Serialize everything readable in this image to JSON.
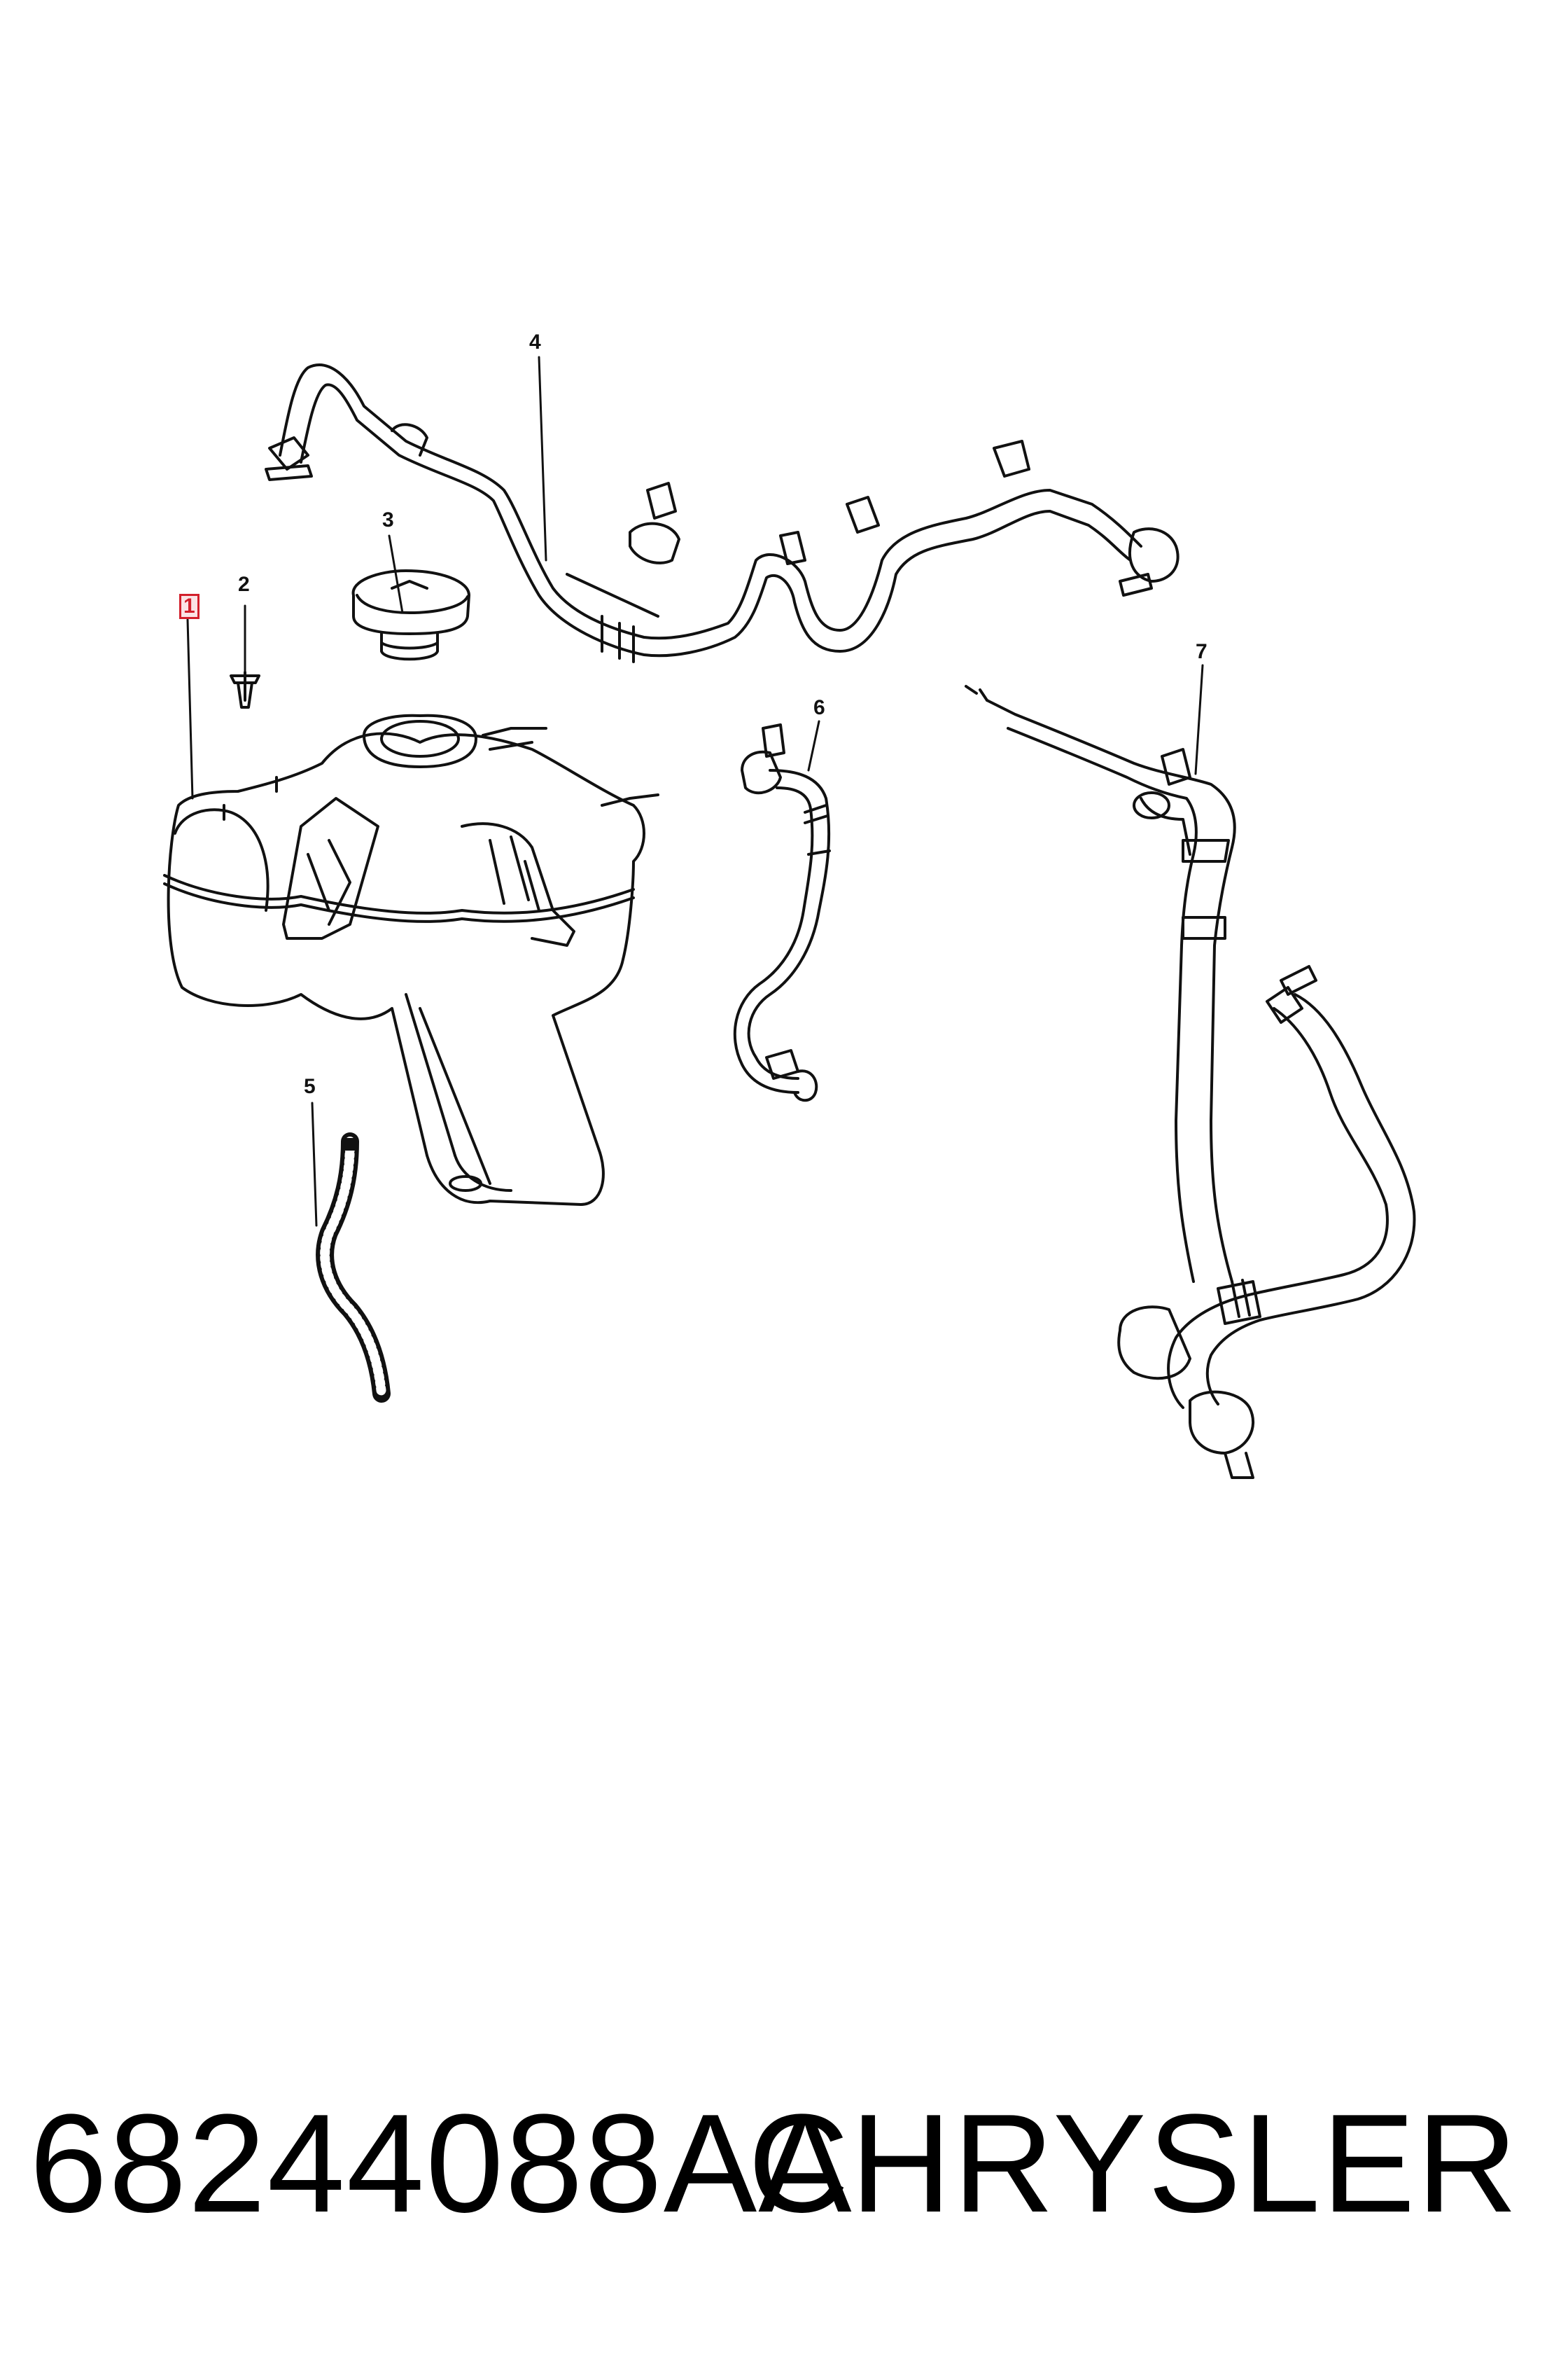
{
  "callouts": [
    {
      "id": "1",
      "label": "1",
      "highlighted": true
    },
    {
      "id": "2",
      "label": "2",
      "highlighted": false
    },
    {
      "id": "3",
      "label": "3",
      "highlighted": false
    },
    {
      "id": "4",
      "label": "4",
      "highlighted": false
    },
    {
      "id": "5",
      "label": "5",
      "highlighted": false
    },
    {
      "id": "6",
      "label": "6",
      "highlighted": false
    },
    {
      "id": "7",
      "label": "7",
      "highlighted": false
    }
  ],
  "caption": {
    "part_number": "68244088AA",
    "brand": "CHRYSLER"
  },
  "colors": {
    "line": "#111111",
    "highlight": "#d21f2b",
    "background": "#ffffff"
  }
}
